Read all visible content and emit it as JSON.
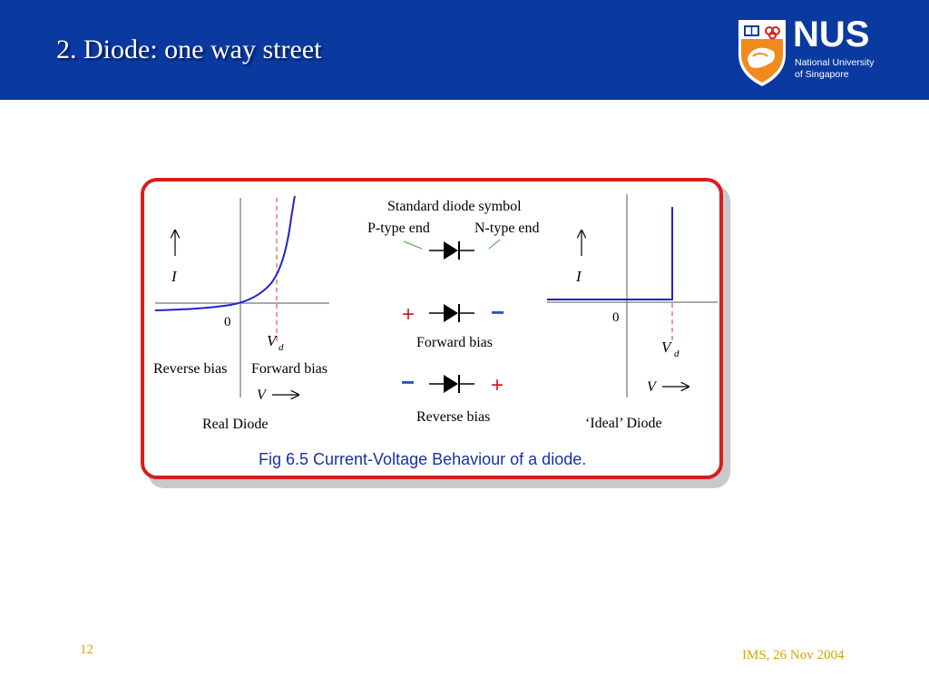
{
  "slide": {
    "title": "2. Diode: one way street",
    "page_number": "12",
    "footer_text": "IMS, 26 Nov 2004"
  },
  "logo": {
    "name": "NUS",
    "line1": "National University",
    "line2": "of Singapore"
  },
  "figure": {
    "caption": "Fig 6.5  Current-Voltage Behaviour of a diode.",
    "real_diode": {
      "title": "Real Diode",
      "axis_i": "I",
      "axis_v": "V",
      "origin": "0",
      "vd": "V",
      "vd_sub": "d",
      "reverse_label": "Reverse bias",
      "forward_label": "Forward bias"
    },
    "symbols": {
      "standard": "Standard diode symbol",
      "p_type": "P-type end",
      "n_type": "N-type end",
      "forward": "Forward bias",
      "reverse": "Reverse bias",
      "plus": "+",
      "minus": "−"
    },
    "ideal_diode": {
      "title": "‘Ideal’ Diode",
      "axis_i": "I",
      "axis_v": "V",
      "origin": "0",
      "vd": "V",
      "vd_sub": "d"
    }
  },
  "colors": {
    "header": "#0a3aa0",
    "curve": "#2222cc",
    "frame": "#d61e1e",
    "caption": "#1a2fa8",
    "footer": "#d4a400"
  }
}
